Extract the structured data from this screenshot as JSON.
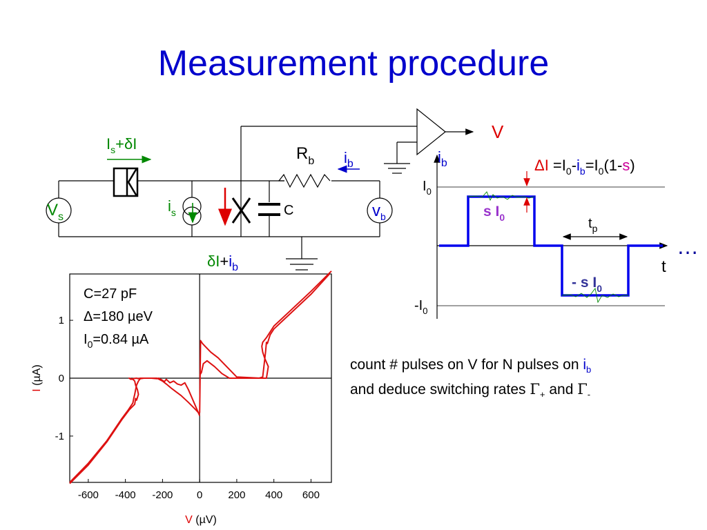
{
  "title": "Measurement procedure",
  "circuit": {
    "source_current": {
      "main": "I",
      "sub": "s",
      "plus": "+",
      "delta": "δI"
    },
    "rb": {
      "main": "R",
      "sub": "b"
    },
    "ib": {
      "main": "i",
      "sub": "b"
    },
    "vs": {
      "main": "V",
      "sub": "s"
    },
    "is": {
      "main": "i",
      "sub": "s"
    },
    "c": "C",
    "vb": {
      "main": "v",
      "sub": "b"
    },
    "v": "V",
    "junction_current": {
      "delta": "δI",
      "plus": "+",
      "main": "i",
      "sub": "b"
    }
  },
  "pulse": {
    "ib": {
      "main": "i",
      "sub": "b"
    },
    "delta_eq": {
      "delta": "ΔI",
      "eq": " =I",
      "sub0": "0",
      "minus": "-",
      "i": "i",
      "isub": "b",
      "eq2": "=I",
      "sub0b": "0",
      "open": "(1-",
      "s": "s",
      "close": ")"
    },
    "i0": {
      "main": "I",
      "sub": "0"
    },
    "neg_i0": {
      "main": "-I",
      "sub": "0"
    },
    "s_i0": {
      "main": "s I",
      "sub": "0"
    },
    "neg_s_i0": {
      "main": "- s I",
      "sub": "0"
    },
    "tp": {
      "main": "t",
      "sub": "p"
    },
    "t": "t",
    "ellipsis": "…"
  },
  "iv_plot": {
    "annotations": {
      "c": "C=27 pF",
      "delta": "Δ=180 µeV",
      "i0": {
        "main": "I",
        "sub": "0",
        "rest": "=0.84 µA"
      }
    },
    "ylabel": {
      "var": "I",
      "unit": " (µA)"
    },
    "xlabel": {
      "var": "V",
      "unit": " (µV)"
    }
  },
  "chart_data": {
    "type": "line",
    "title": "",
    "xlabel": "V (µV)",
    "ylabel": "I (µA)",
    "xlim": [
      -700,
      710
    ],
    "ylim": [
      -1.8,
      1.8
    ],
    "x_ticks": [
      -600,
      -400,
      -200,
      0,
      200,
      400,
      600
    ],
    "y_ticks": [
      1,
      0,
      -1
    ],
    "grid": false,
    "series": [
      {
        "x": [
          -700,
          -600,
          -500,
          -420,
          -380,
          -350,
          -345,
          -340,
          -330,
          -335,
          -345,
          -350,
          -360,
          -380,
          -370,
          -360,
          -340,
          -330,
          -320,
          -300,
          -260,
          -230,
          -220,
          -205,
          -190,
          -180,
          -170,
          -160,
          -140,
          -120,
          -100,
          -80,
          -60,
          -40,
          -20,
          0
        ],
        "y": [
          -1.82,
          -1.5,
          -1.1,
          -0.72,
          -0.55,
          -0.45,
          -0.35,
          -0.38,
          -0.28,
          -0.2,
          -0.12,
          -0.05,
          -0.02,
          0,
          -0.02,
          -0.01,
          0,
          -0.01,
          0,
          0,
          0,
          -0.01,
          0,
          -0.03,
          -0.06,
          -0.02,
          -0.05,
          -0.08,
          -0.05,
          -0.1,
          -0.12,
          -0.08,
          -0.2,
          -0.35,
          -0.5,
          -0.65
        ]
      },
      {
        "x": [
          -700,
          -600,
          -500,
          -420,
          -385,
          -360,
          -355,
          -350,
          -345,
          -340,
          -330,
          -320,
          -300,
          -260,
          -230,
          -200,
          -180,
          -150,
          -100,
          -60,
          -20,
          0
        ],
        "y": [
          -1.8,
          -1.47,
          -1.08,
          -0.7,
          -0.55,
          -0.43,
          -0.35,
          -0.28,
          -0.2,
          -0.12,
          -0.05,
          -0.01,
          0,
          0,
          0,
          -0.05,
          -0.1,
          -0.18,
          -0.3,
          -0.42,
          -0.55,
          -0.62
        ]
      },
      {
        "x": [
          0,
          5,
          15,
          30,
          60,
          100,
          200,
          330,
          345,
          360,
          370,
          350,
          340,
          335,
          340,
          360,
          380,
          400,
          500,
          600,
          710
        ],
        "y": [
          -0.6,
          0.65,
          0.6,
          0.55,
          0.45,
          0.35,
          0.02,
          0,
          0,
          0,
          0.2,
          0.35,
          0.45,
          0.55,
          0.62,
          0.7,
          0.8,
          0.9,
          1.2,
          1.5,
          1.85
        ]
      },
      {
        "x": [
          0,
          10,
          20,
          40,
          80,
          120,
          160,
          200,
          240,
          280,
          320,
          340,
          355,
          360,
          365,
          380,
          400,
          450,
          500,
          600,
          700
        ],
        "y": [
          0.05,
          0.1,
          0.25,
          0.3,
          0.2,
          0.08,
          0,
          0,
          0,
          0,
          0,
          0.02,
          0.45,
          0.62,
          0.6,
          0.75,
          0.85,
          1.0,
          1.15,
          1.45,
          1.8
        ]
      }
    ]
  },
  "caption": {
    "line1": "count # pulses on V for N pulses on ",
    "line1_i": "i",
    "line1_sub": "b",
    "line2": "and deduce switching rates ",
    "gamma": "Γ",
    "gamma_plus": "+",
    "and": " and ",
    "gamma_minus": "-"
  }
}
